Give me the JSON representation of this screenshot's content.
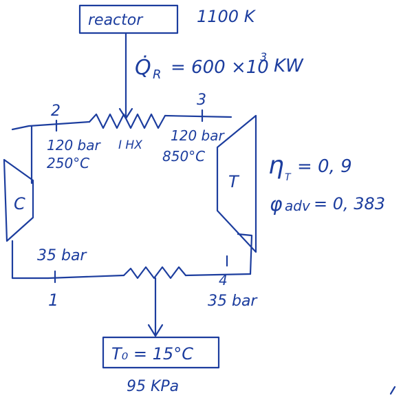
{
  "colors": {
    "ink": "#1c3d9e",
    "paper": "#ffffff"
  },
  "reactor": {
    "label": "reactor",
    "temperature": "1100 K"
  },
  "heat_input": {
    "symbol": "Q̇",
    "subscript": "R",
    "value": "= 600 ×10",
    "exponent": "3",
    "unit": "KW"
  },
  "states": {
    "s1": {
      "number": "1",
      "pressure": "35 bar"
    },
    "s2": {
      "number": "2",
      "pressure": "120 bar",
      "temperature": "250°C"
    },
    "s3": {
      "number": "3",
      "pressure": "120 bar",
      "temperature": "850°C"
    },
    "s4": {
      "number": "4",
      "pressure": "35 bar"
    }
  },
  "components": {
    "compressor": "C",
    "turbine": "T",
    "heat_exchanger": "I HX"
  },
  "parameters": {
    "turbine_efficiency": {
      "symbol": "η",
      "subscript": "T",
      "value": "= 0, 9"
    },
    "phi": {
      "symbol": "φ",
      "subscript": "adv",
      "value": "= 0, 383"
    }
  },
  "environment": {
    "temperature": "T₀ = 15°C",
    "pressure": "95 KPa"
  }
}
